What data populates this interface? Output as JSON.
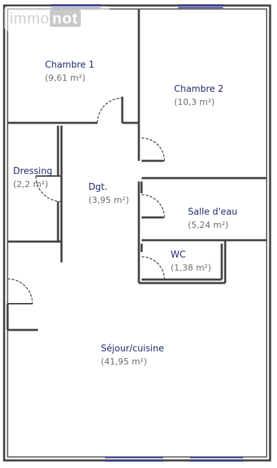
{
  "logo": {
    "word1": "immo",
    "word2": "not"
  },
  "rooms": [
    {
      "name": "Chambre 1",
      "area": "(9,61 m²)"
    },
    {
      "name": "Chambre 2",
      "area": "(10,3 m²)"
    },
    {
      "name": "Dressing",
      "area": "(2,2 m²)"
    },
    {
      "name": "Dgt.",
      "area": "(3,95 m²)"
    },
    {
      "name": "Salle d'eau",
      "area": "(5,24 m²)"
    },
    {
      "name": "WC",
      "area": "(1,38 m²)"
    },
    {
      "name": "Séjour/cuisine",
      "area": "(41,95 m²)"
    }
  ],
  "colors": {
    "wall": "#404040",
    "window": "#2a35a8",
    "label": "#1f2a6b",
    "area": "#6d6d6d"
  }
}
